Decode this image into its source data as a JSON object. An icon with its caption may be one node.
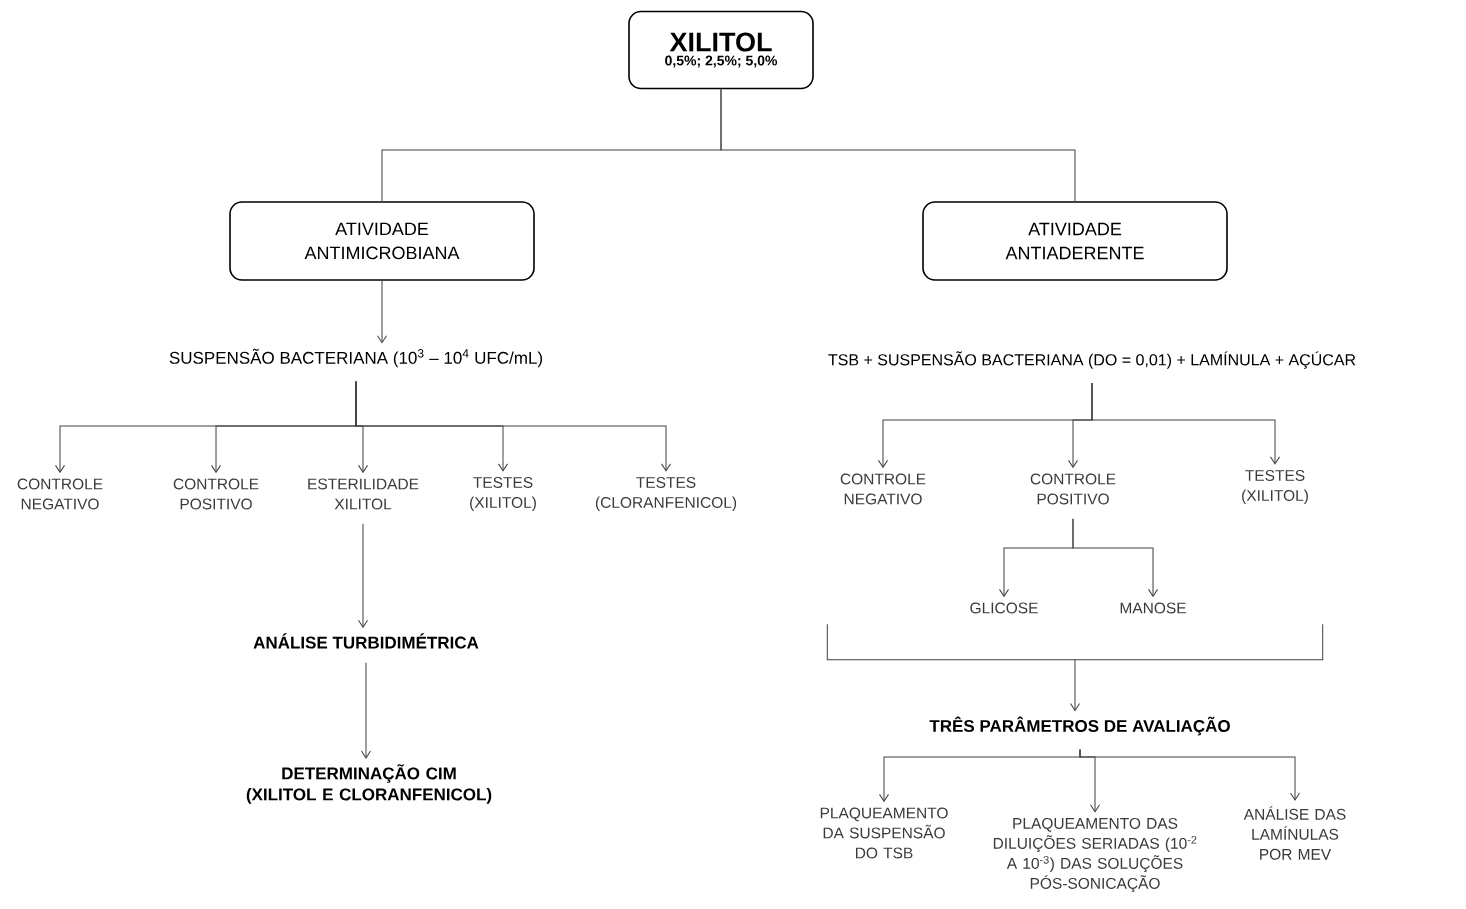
{
  "diagram": {
    "nodes": [
      {
        "text": [
          "XILITOL",
          "0,5%;  2,5%; 5,0%"
        ]
      },
      {
        "text": [
          "ATIVIDADE ANTIMICROBIANA"
        ]
      },
      {
        "text": [
          "ATIVIDADE ANTIADERENTE"
        ]
      },
      {
        "text": [
          "SUSPENSÃO BACTERIANA (10$^{3}$ – 10$^{4}$ UFC/mL)"
        ]
      },
      {
        "text": [
          "TSB + SUSPENSÃO BACTERIANA (DO = 0,01) + LAMÍNULA + AÇÚCAR"
        ]
      },
      {
        "text": [
          "CONTROLE NEGATIVO"
        ]
      },
      {
        "text": [
          "CONTROLE POSITIVO"
        ]
      },
      {
        "text": [
          "ESTERILIDADE XILITOL"
        ]
      },
      {
        "text": [
          "TESTES (XILITOL)"
        ]
      },
      {
        "text": [
          "TESTES (CLORANFENICOL)"
        ]
      },
      {
        "text": [
          "CONTROLE NEGATIVO"
        ]
      },
      {
        "text": [
          "CONTROLE POSITIVO"
        ]
      },
      {
        "text": [
          "TESTES (XILITOL)"
        ]
      },
      {
        "text": [
          "GLICOSE"
        ]
      },
      {
        "text": [
          "MANOSE"
        ]
      },
      {
        "text": [
          "ANÁLISE TURBIDIMÉTRICA"
        ]
      },
      {
        "text": [
          "DETERMINAÇÃO CIM (XILITOL E CLORANFENICOL)"
        ]
      },
      {
        "text": [
          "TRÊS PARÂMETROS DE AVALIAÇÃO"
        ]
      },
      {
        "text": [
          "PLAQUEAMENTO DA SUSPENSÃO DO TSB"
        ]
      },
      {
        "text": [
          "PLAQUEAMENTO DAS DILUIÇÕES SERIADAS (10$^{-2}$ A 10$^{-3}$) DAS SOLUÇÕES PÓS-SONICAÇÃO"
        ]
      },
      {
        "text": [
          "ANÁLISE DAS LAMÍNULAS POR MEV"
        ]
      },
      {
        "text": [],
        "shape": "bracket"
      }
    ],
    "edges": [
      {
        "from": 0,
        "to": 1,
        "arrow": "none"
      },
      {
        "from": 0,
        "to": 2,
        "arrow": "none"
      },
      {
        "from": 1,
        "to": 3,
        "arrow": "to"
      },
      {
        "from": 3,
        "to": 5,
        "arrow": "to"
      },
      {
        "from": 3,
        "to": 6,
        "arrow": "to"
      },
      {
        "from": 3,
        "to": 7,
        "arrow": "to"
      },
      {
        "from": 3,
        "to": 8,
        "arrow": "to"
      },
      {
        "from": 3,
        "to": 9,
        "arrow": "to"
      },
      {
        "from": 7,
        "to": 15,
        "arrow": "to"
      },
      {
        "from": 15,
        "to": 16,
        "arrow": "to"
      },
      {
        "from": 4,
        "to": 10,
        "arrow": "to"
      },
      {
        "from": 4,
        "to": 11,
        "arrow": "to"
      },
      {
        "from": 4,
        "to": 12,
        "arrow": "to"
      },
      {
        "from": 11,
        "to": 13,
        "arrow": "to"
      },
      {
        "from": 11,
        "to": 14,
        "arrow": "to"
      },
      {
        "from": 21,
        "to": 17,
        "arrow": "to"
      },
      {
        "from": 17,
        "to": 18,
        "arrow": "to"
      },
      {
        "from": 17,
        "to": 19,
        "arrow": "to"
      },
      {
        "from": 17,
        "to": 20,
        "arrow": "to"
      }
    ]
  }
}
